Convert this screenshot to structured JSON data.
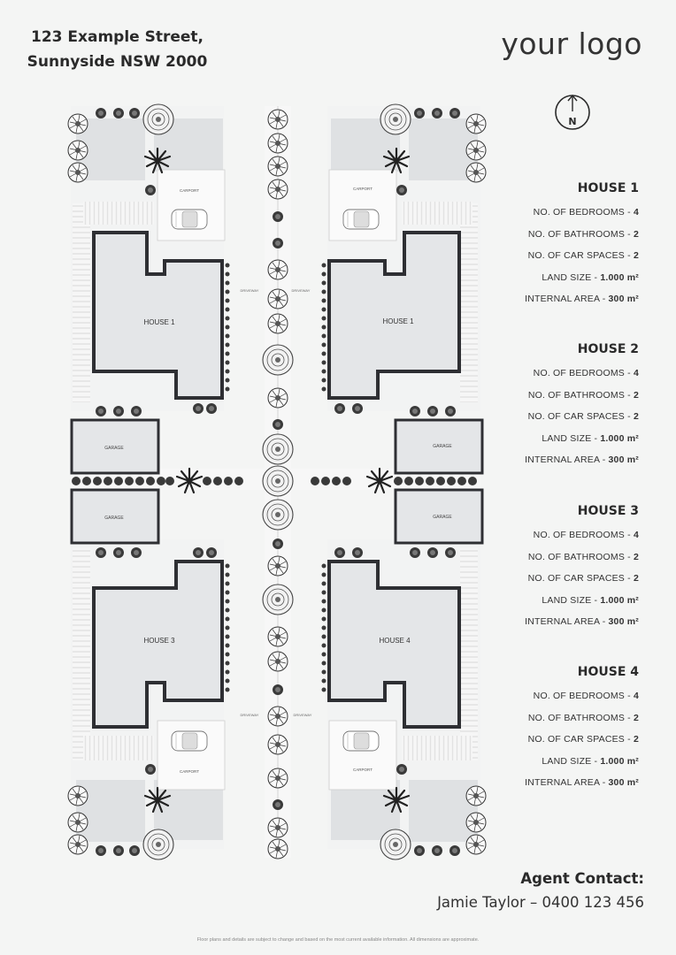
{
  "address": {
    "line1": "123 Example Street,",
    "line2": "Sunnyside NSW 2000"
  },
  "logo_text": "your logo",
  "compass": {
    "label": "N"
  },
  "plan_labels": {
    "house1_left": "HOUSE 1",
    "house1_right": "HOUSE 1",
    "house3": "HOUSE 3",
    "house4": "HOUSE 4",
    "garage": "GARAGE",
    "carport": "CARPORT",
    "driveway": "DRIVEWAY"
  },
  "houses": [
    {
      "title": "HOUSE 1",
      "bedrooms_label": "NO. OF BEDROOMS - ",
      "bedrooms": "4",
      "bathrooms_label": "NO. OF BATHROOMS - ",
      "bathrooms": "2",
      "car_label": "NO. OF CAR SPACES - ",
      "car": "2",
      "land_label": "LAND SIZE - ",
      "land": "1.000 m²",
      "internal_label": "INTERNAL AREA - ",
      "internal": "300 m²"
    },
    {
      "title": "HOUSE 2",
      "bedrooms_label": "NO. OF BEDROOMS - ",
      "bedrooms": "4",
      "bathrooms_label": "NO. OF BATHROOMS - ",
      "bathrooms": "2",
      "car_label": "NO. OF CAR SPACES - ",
      "car": "2",
      "land_label": "LAND SIZE - ",
      "land": "1.000 m²",
      "internal_label": "INTERNAL AREA - ",
      "internal": "300 m²"
    },
    {
      "title": "HOUSE 3",
      "bedrooms_label": "NO. OF BEDROOMS - ",
      "bedrooms": "4",
      "bathrooms_label": "NO. OF BATHROOMS - ",
      "bathrooms": "2",
      "car_label": "NO. OF CAR SPACES - ",
      "car": "2",
      "land_label": "LAND SIZE - ",
      "land": "1.000 m²",
      "internal_label": "INTERNAL AREA - ",
      "internal": "300 m²"
    },
    {
      "title": "HOUSE 4",
      "bedrooms_label": "NO. OF BEDROOMS - ",
      "bedrooms": "4",
      "bathrooms_label": "NO. OF BATHROOMS - ",
      "bathrooms": "2",
      "car_label": "NO. OF CAR SPACES - ",
      "car": "2",
      "land_label": "LAND SIZE - ",
      "land": "1.000 m²",
      "internal_label": "INTERNAL AREA - ",
      "internal": "300 m²"
    }
  ],
  "agent": {
    "title": "Agent Contact:",
    "line": "Jamie Taylor – 0400 123 456"
  },
  "disclaimer": "Floor plans and details are subject to change and based on the most current available information. All dimensions are approximate.",
  "colors": {
    "background": "#f4f5f4",
    "wall": "#2e2f33",
    "floor": "#e4e6e8",
    "text": "#2b2b2b"
  }
}
